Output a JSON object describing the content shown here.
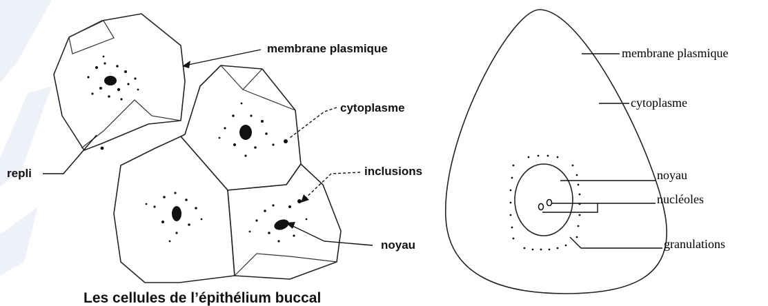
{
  "left_figure": {
    "labels": {
      "membrane": "membrane plasmique",
      "cytoplasm": "cytoplasme",
      "fold": "repli",
      "inclusions": "inclusions",
      "nucleus": "noyau"
    },
    "caption": "Les cellules de l’épithélium buccal"
  },
  "right_figure": {
    "labels": {
      "membrane": "membrane plasmique",
      "cytoplasm": "cytoplasme",
      "nucleus": "noyau",
      "nucleoli": "nucléoles",
      "granulations": "granulations"
    }
  },
  "colors": {
    "ink": "#111111",
    "watermark": "#e8ecf4"
  }
}
